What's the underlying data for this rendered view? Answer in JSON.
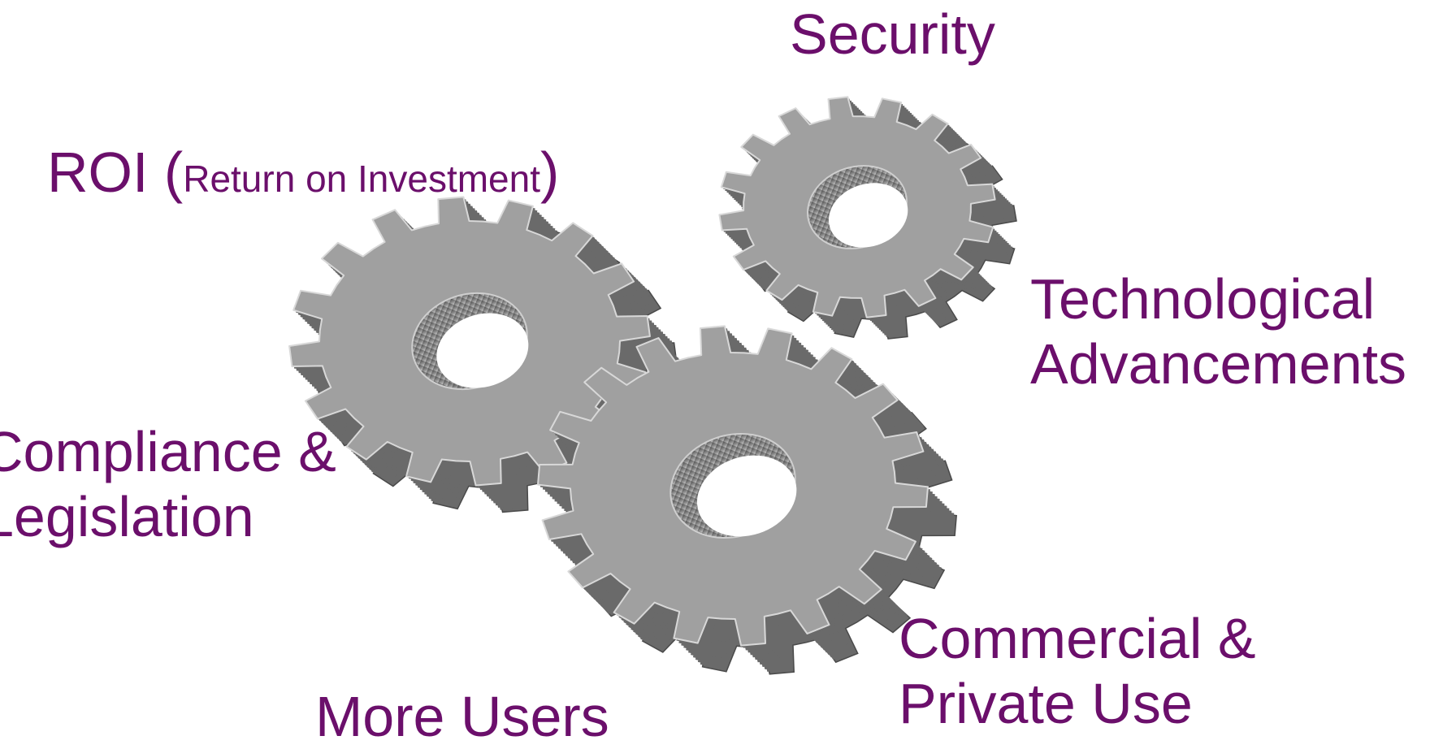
{
  "labels": {
    "security": "Security",
    "roi_prefix": "ROI (",
    "roi_detail": "Return on Investment",
    "roi_suffix": ")",
    "tech_line1": "Technological",
    "tech_line2": "Advancements",
    "compliance_line1": "Compliance &",
    "compliance_line2": "Legislation",
    "commercial_line1": "Commercial &",
    "commercial_line2": "Private Use",
    "more_users": "More Users"
  },
  "colors": {
    "label_text": "#6b0f6b",
    "gear_face": "#a0a0a0",
    "gear_side": "#6a6a6a",
    "gear_edge": "#d8d8d8"
  },
  "gears": [
    {
      "name": "gear-left",
      "teeth": 16
    },
    {
      "name": "gear-top-right",
      "teeth": 16
    },
    {
      "name": "gear-bottom",
      "teeth": 18
    }
  ]
}
